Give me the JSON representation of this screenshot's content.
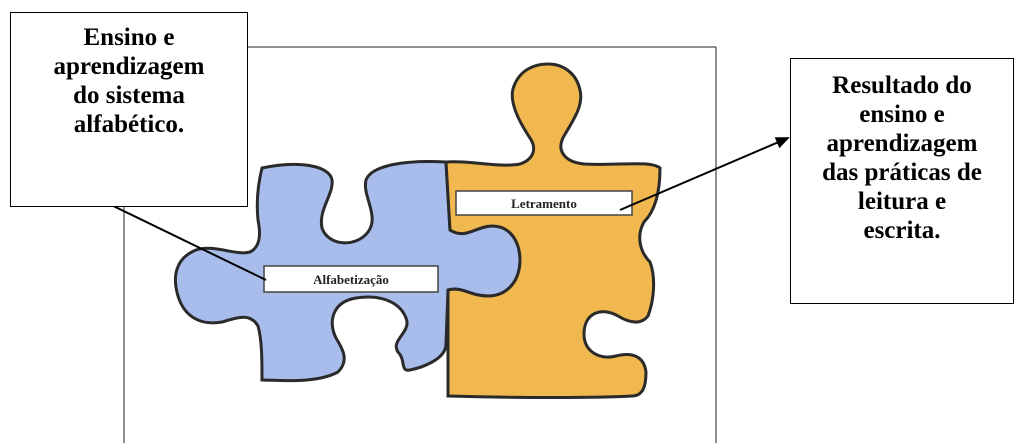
{
  "diagram": {
    "pieces": {
      "left_label": "Alfabetização",
      "right_label": "Letramento"
    },
    "callouts": {
      "left": "Ensino e\naprendizagem\ndo sistema\nalfabético.",
      "right": "Resultado do\nensino e\naprendizagem\ndas práticas de\nleitura e\nescrita."
    },
    "colors": {
      "left_piece": "#a9bdec",
      "right_piece": "#f0b84e",
      "outline": "#2a2a2a"
    }
  }
}
